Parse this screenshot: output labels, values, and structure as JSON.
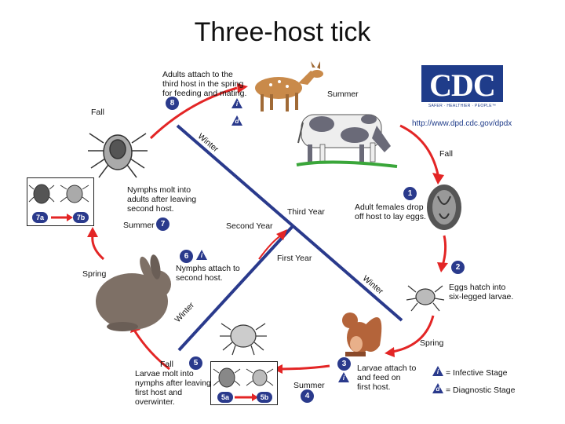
{
  "title": "Three-host tick",
  "cdc": {
    "logo": "CDC",
    "tagline": "SAFER · HEALTHIER · PEOPLE™",
    "url": "http://www.dpd.cdc.gov/dpdx"
  },
  "years": {
    "third": "Third Year",
    "second": "Second Year",
    "first": "First Year"
  },
  "winter": "Winter",
  "seasons": {
    "summer_top": "Summer",
    "fall_right": "Fall",
    "spring_right": "Spring",
    "summer_bottom": "Summer",
    "fall_bottom": "Fall",
    "spring_left": "Spring",
    "summer_left": "Summer",
    "fall_top": "Fall"
  },
  "stages": {
    "s1": {
      "num": "1",
      "text": [
        "Adult females drop",
        "off host to lay eggs."
      ]
    },
    "s2": {
      "num": "2",
      "text": [
        "Eggs hatch into",
        "six-legged larvae."
      ]
    },
    "s3": {
      "num": "3",
      "text": [
        "Larvae attach to",
        "and feed on",
        "first host."
      ]
    },
    "s4": {
      "num": "4"
    },
    "s5": {
      "num": "5",
      "text": [
        "Larvae molt into",
        "nymphs after leaving",
        "first host and",
        "overwinter."
      ],
      "a": "5a",
      "b": "5b"
    },
    "s6": {
      "num": "6",
      "text": [
        "Nymphs attach to",
        "second host."
      ]
    },
    "s7": {
      "num": "7",
      "text": [
        "Nymphs molt into",
        "adults after leaving",
        "second host."
      ],
      "a": "7a",
      "b": "7b"
    },
    "s8": {
      "num": "8",
      "text": [
        "Adults attach to the",
        "third host in the spring",
        "for feeding and mating."
      ]
    }
  },
  "legend": {
    "infective_symbol": "i",
    "infective": "= Infective Stage",
    "diagnostic_symbol": "d",
    "diagnostic": "= Diagnostic Stage"
  }
}
